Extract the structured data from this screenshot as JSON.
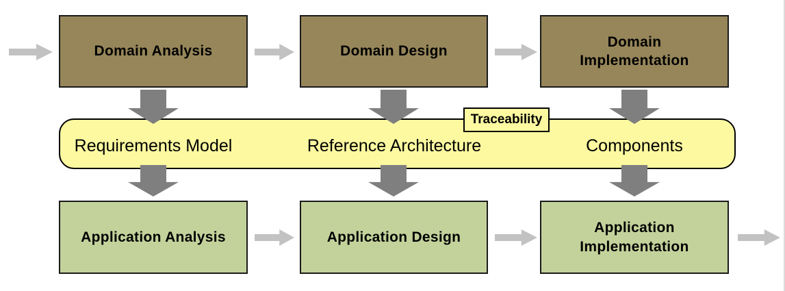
{
  "colors": {
    "domain_box_fill": "#968659",
    "application_box_fill": "#c3d29b",
    "band_fill": "#fcf9a0",
    "box_border": "#1a1a1a",
    "band_border": "#000000",
    "flow_arrow": "#c2c2c2",
    "mapping_arrow": "#7f7f7f",
    "text": "#000000",
    "page_edge": "#dcdcdc"
  },
  "icons": {
    "flow_arrow": "right-block-arrow",
    "mapping_arrow": "down-block-arrow"
  },
  "diagram": {
    "domain_row": {
      "boxes": [
        {
          "label": "Domain Analysis"
        },
        {
          "label": "Domain Design"
        },
        {
          "label": "Domain Implementation"
        }
      ]
    },
    "artifact_band": {
      "tag_label": "Traceability",
      "items": [
        {
          "label": "Requirements Model"
        },
        {
          "label": "Reference Architecture"
        },
        {
          "label": "Components"
        }
      ]
    },
    "application_row": {
      "boxes": [
        {
          "label": "Application Analysis"
        },
        {
          "label": "Application Design"
        },
        {
          "label": "Application Implementation"
        }
      ]
    }
  }
}
